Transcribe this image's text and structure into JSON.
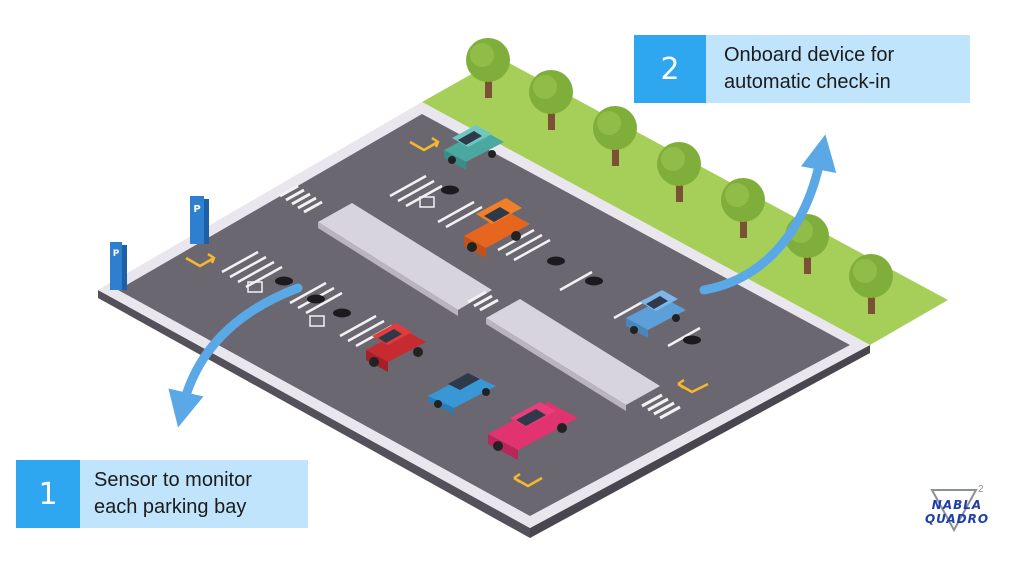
{
  "callouts": [
    {
      "number": "1",
      "text": "Sensor to monitor\neach parking bay"
    },
    {
      "number": "2",
      "text": "Onboard device for\nautomatic check-in"
    }
  ],
  "logo": {
    "line1": "NABLA",
    "line2": "QUADRO",
    "superscript": "2"
  },
  "signs": {
    "parking_letter": "P"
  },
  "colors": {
    "asphalt": "#6b6770",
    "asphalt_side": "#55515a",
    "curb": "#e9e6ee",
    "grass": "#a6cf5a",
    "accent_blue": "#2fa6f0",
    "callout_bg": "#bfe4fb",
    "arrow_blue": "#5aa9e6",
    "direction_arrow": "#f5b82e"
  },
  "vehicles": [
    {
      "name": "teal-car",
      "color": "#6fc7bf"
    },
    {
      "name": "orange-car",
      "color": "#f07f2a"
    },
    {
      "name": "lightblue-car",
      "color": "#7eb6ec"
    },
    {
      "name": "red-car",
      "color": "#e23a3f"
    },
    {
      "name": "blue-sportscar",
      "color": "#4fb0ec"
    },
    {
      "name": "pink-car",
      "color": "#e83e7b"
    }
  ]
}
